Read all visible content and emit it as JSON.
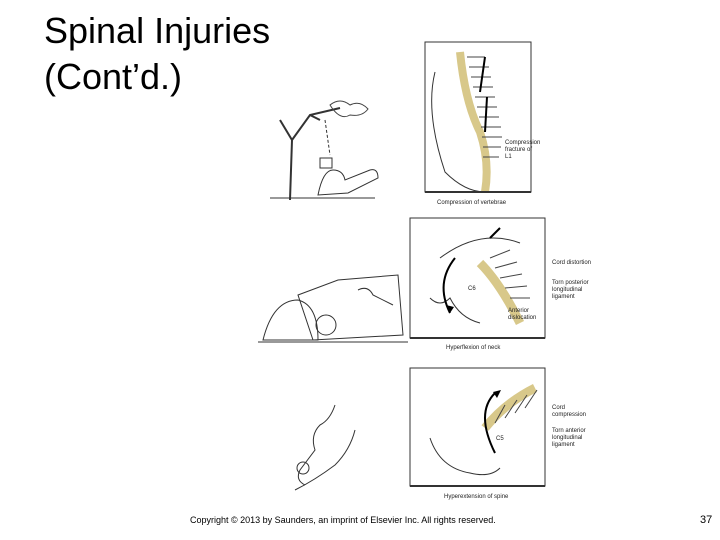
{
  "slide": {
    "title_lines": [
      "Spinal Injuries",
      "(Cont’d.)"
    ],
    "footer": "Copyright © 2013 by Saunders, an imprint of Elsevier Inc. All rights reserved.",
    "page_number": "37"
  },
  "figures": {
    "compression": {
      "caption": "Compression of vertebrae",
      "label": "Compression fracture of L1"
    },
    "hyperflexion": {
      "caption": "Hyperflexion of neck",
      "level": "C6",
      "labels": [
        "Cord distortion",
        "Torn posterior longitudinal ligament",
        "Anterior dislocation"
      ]
    },
    "hyperextension": {
      "caption": "Hyperextension of spine",
      "level": "C5",
      "labels": [
        "Cord compression",
        "Torn anterior longitudinal ligament"
      ]
    }
  }
}
